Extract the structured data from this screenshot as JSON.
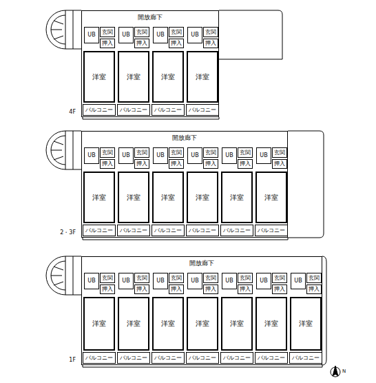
{
  "diagram": {
    "nodes": [
      {
        "text": [
          "開放廊下",
          "4F"
        ]
      },
      {
        "text": [
          "玄関"
        ],
        "in": 0
      },
      {
        "text": [
          "UB"
        ],
        "in": 0
      },
      {
        "text": [
          "押入"
        ],
        "in": 0
      },
      {
        "text": [
          "洋室"
        ],
        "in": 0
      },
      {
        "text": [
          "バルコニー"
        ],
        "in": 0
      },
      {
        "text": [
          "玄関"
        ],
        "in": 0
      },
      {
        "text": [
          "UB"
        ],
        "in": 0
      },
      {
        "text": [
          "押入"
        ],
        "in": 0
      },
      {
        "text": [
          "洋室"
        ],
        "in": 0
      },
      {
        "text": [
          "バルコニー"
        ],
        "in": 0
      },
      {
        "text": [
          "玄関"
        ],
        "in": 0
      },
      {
        "text": [
          "UB"
        ],
        "in": 0
      },
      {
        "text": [
          "押入"
        ],
        "in": 0
      },
      {
        "text": [
          "洋室"
        ],
        "in": 0
      },
      {
        "text": [
          "バルコニー"
        ],
        "in": 0
      },
      {
        "text": [
          "玄関"
        ],
        "in": 0
      },
      {
        "text": [
          "UB"
        ],
        "in": 0
      },
      {
        "text": [
          "押入"
        ],
        "in": 0
      },
      {
        "text": [
          "洋室"
        ],
        "in": 0
      },
      {
        "text": [
          "バルコニー"
        ],
        "in": 0
      },
      {
        "text": [
          "開放廊下",
          "2・3F"
        ]
      },
      {
        "text": [
          "玄関"
        ],
        "in": 21
      },
      {
        "text": [
          "UB"
        ],
        "in": 21
      },
      {
        "text": [
          "押入"
        ],
        "in": 21
      },
      {
        "text": [
          "洋室"
        ],
        "in": 21
      },
      {
        "text": [
          "バルコニー"
        ],
        "in": 21
      },
      {
        "text": [
          "玄関"
        ],
        "in": 21
      },
      {
        "text": [
          "UB"
        ],
        "in": 21
      },
      {
        "text": [
          "押入"
        ],
        "in": 21
      },
      {
        "text": [
          "洋室"
        ],
        "in": 21
      },
      {
        "text": [
          "バルコニー"
        ],
        "in": 21
      },
      {
        "text": [
          "玄関"
        ],
        "in": 21
      },
      {
        "text": [
          "UB"
        ],
        "in": 21
      },
      {
        "text": [
          "押入"
        ],
        "in": 21
      },
      {
        "text": [
          "洋室"
        ],
        "in": 21
      },
      {
        "text": [
          "バルコニー"
        ],
        "in": 21
      },
      {
        "text": [
          "玄関"
        ],
        "in": 21
      },
      {
        "text": [
          "UB"
        ],
        "in": 21
      },
      {
        "text": [
          "押入"
        ],
        "in": 21
      },
      {
        "text": [
          "洋室"
        ],
        "in": 21
      },
      {
        "text": [
          "バルコニー"
        ],
        "in": 21
      },
      {
        "text": [
          "玄関"
        ],
        "in": 21
      },
      {
        "text": [
          "UB"
        ],
        "in": 21
      },
      {
        "text": [
          "押入"
        ],
        "in": 21
      },
      {
        "text": [
          "洋室"
        ],
        "in": 21
      },
      {
        "text": [
          "バルコニー"
        ],
        "in": 21
      },
      {
        "text": [
          "玄関"
        ],
        "in": 21
      },
      {
        "text": [
          "UB"
        ],
        "in": 21
      },
      {
        "text": [
          "押入"
        ],
        "in": 21
      },
      {
        "text": [
          "洋室"
        ],
        "in": 21
      },
      {
        "text": [
          "バルコニー"
        ],
        "in": 21
      },
      {
        "text": [
          "開放廊下",
          "1F"
        ]
      },
      {
        "text": [
          "玄関"
        ],
        "in": 52
      },
      {
        "text": [
          "UB"
        ],
        "in": 52
      },
      {
        "text": [
          "押入"
        ],
        "in": 52
      },
      {
        "text": [
          "洋室"
        ],
        "in": 52
      },
      {
        "text": [
          "バルコニー"
        ],
        "in": 52
      },
      {
        "text": [
          "玄関"
        ],
        "in": 52
      },
      {
        "text": [
          "UB"
        ],
        "in": 52
      },
      {
        "text": [
          "押入"
        ],
        "in": 52
      },
      {
        "text": [
          "洋室"
        ],
        "in": 52
      },
      {
        "text": [
          "バルコニー"
        ],
        "in": 52
      },
      {
        "text": [
          "玄関"
        ],
        "in": 52
      },
      {
        "text": [
          "UB"
        ],
        "in": 52
      },
      {
        "text": [
          "押入"
        ],
        "in": 52
      },
      {
        "text": [
          "洋室"
        ],
        "in": 52
      },
      {
        "text": [
          "バルコニー"
        ],
        "in": 52
      },
      {
        "text": [
          "玄関"
        ],
        "in": 52
      },
      {
        "text": [
          "UB"
        ],
        "in": 52
      },
      {
        "text": [
          "押入"
        ],
        "in": 52
      },
      {
        "text": [
          "洋室"
        ],
        "in": 52
      },
      {
        "text": [
          "バルコニー"
        ],
        "in": 52
      },
      {
        "text": [
          "玄関"
        ],
        "in": 52
      },
      {
        "text": [
          "UB"
        ],
        "in": 52
      },
      {
        "text": [
          "押入"
        ],
        "in": 52
      },
      {
        "text": [
          "洋室"
        ],
        "in": 52
      },
      {
        "text": [
          "バルコニー"
        ],
        "in": 52
      },
      {
        "text": [
          "玄関"
        ],
        "in": 52
      },
      {
        "text": [
          "UB"
        ],
        "in": 52
      },
      {
        "text": [
          "押入"
        ],
        "in": 52
      },
      {
        "text": [
          "洋室"
        ],
        "in": 52
      },
      {
        "text": [
          "バルコニー"
        ],
        "in": 52
      },
      {
        "text": [
          "玄関"
        ],
        "in": 52
      },
      {
        "text": [
          "UB"
        ],
        "in": 52
      },
      {
        "text": [
          "押入"
        ],
        "in": 52
      },
      {
        "text": [
          "洋室"
        ],
        "in": 52
      },
      {
        "text": [
          "バルコニー"
        ],
        "in": 52
      }
    ],
    "labels": [
      "N"
    ]
  }
}
